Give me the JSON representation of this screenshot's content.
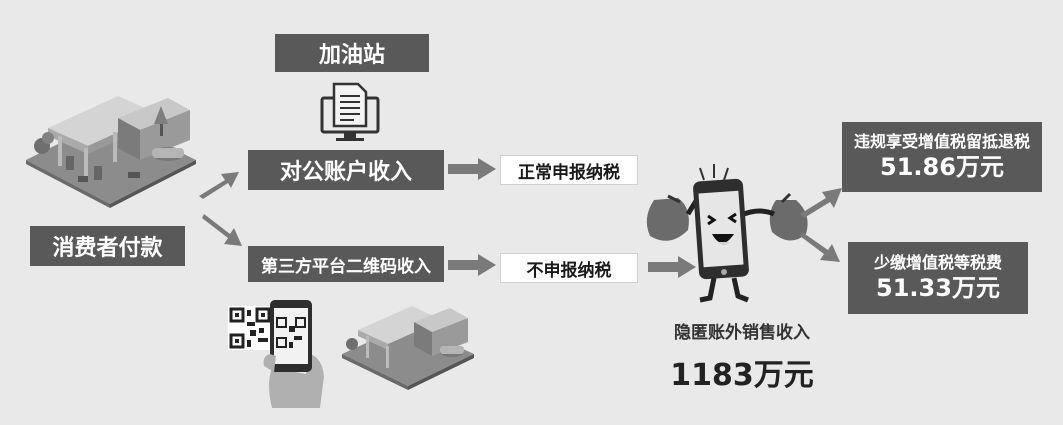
{
  "gas_station_label": "加油站",
  "consumer_payment_label": "消费者付款",
  "public_account_label": "对公账户收入",
  "qr_code_label": "第三方平台二维码收入",
  "normal_tax_label": "正常申报纳税",
  "no_tax_label": "不申报纳税",
  "hidden_income": {
    "label": "隐匿账外销售收入",
    "amount": "1183万元"
  },
  "refund_box": {
    "title": "违规享受增值税留抵退税",
    "amount": "51.86万元"
  },
  "underpaid_box": {
    "title": "少缴增值税等税费",
    "amount": "51.33万元"
  },
  "colors": {
    "background": "#e9e9e9",
    "dark_box": "#595959",
    "arrow": "#7a7a7a"
  },
  "icons": [
    "gas-station-illustration",
    "document-monitor-icon",
    "qr-code-icon",
    "phone-hand-icon",
    "smartphone-mascot-icon",
    "money-bag-icon"
  ]
}
